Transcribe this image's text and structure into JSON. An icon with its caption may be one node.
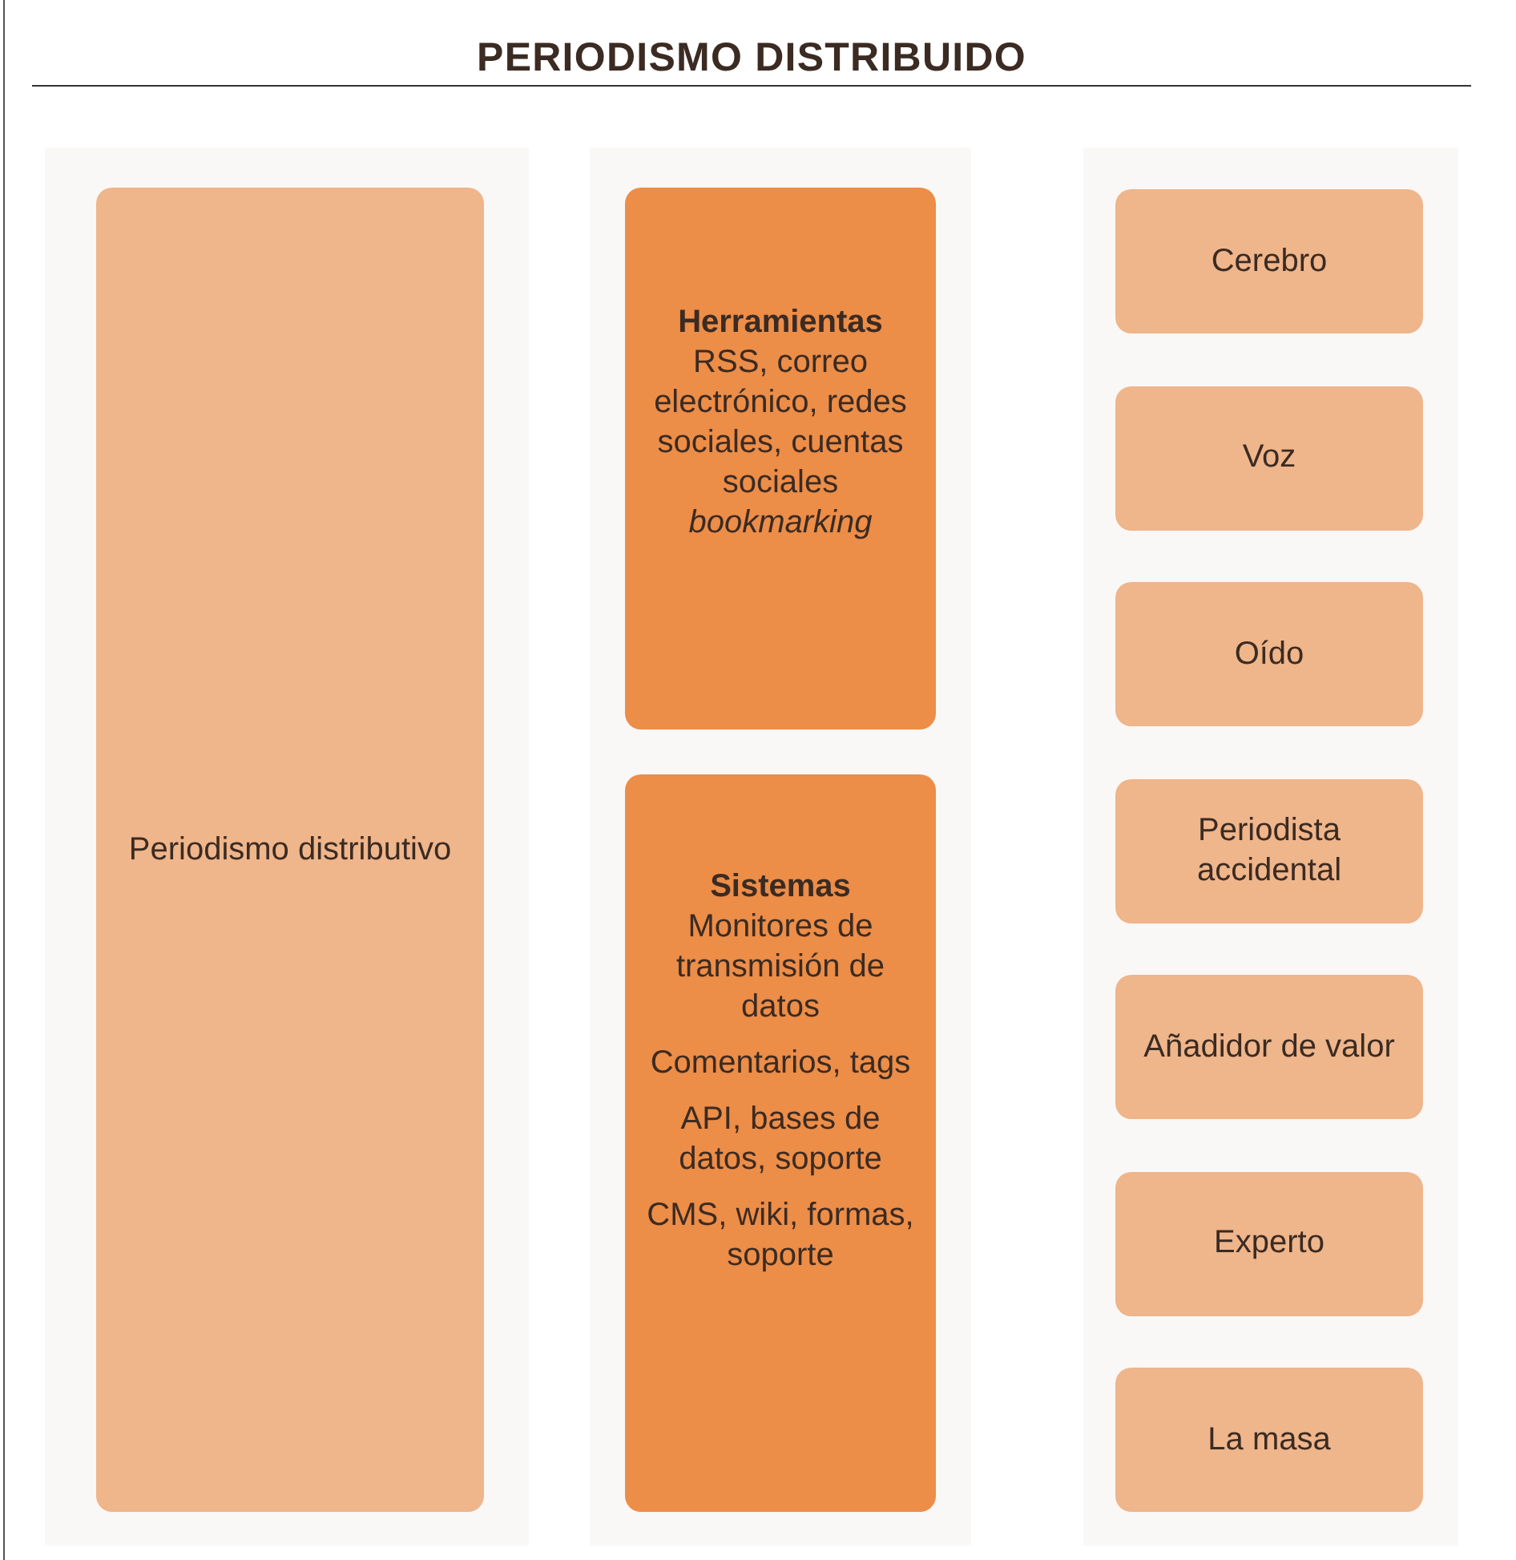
{
  "diagram": {
    "title": "PERIODISMO DISTRIBUIDO",
    "nodes": [
      {
        "text": [
          "Periodismo distributivo"
        ]
      },
      {
        "text": [
          "Herramientas",
          "RSS, correo electrónico, redes sociales, cuentas sociales *bookmarking*"
        ]
      },
      {
        "text": [
          "Sistemas",
          "Monitores de transmisión de datos",
          "Comentarios, tags",
          "API, bases de datos, soporte",
          "CMS, wiki, formas, soporte"
        ]
      },
      {
        "text": [
          "Cerebro"
        ]
      },
      {
        "text": [
          "Voz"
        ]
      },
      {
        "text": [
          "Oído"
        ]
      },
      {
        "text": [
          "Periodista accidental"
        ]
      },
      {
        "text": [
          "Añadidor de valor"
        ]
      },
      {
        "text": [
          "Experto"
        ]
      },
      {
        "text": [
          "La masa"
        ]
      }
    ]
  }
}
